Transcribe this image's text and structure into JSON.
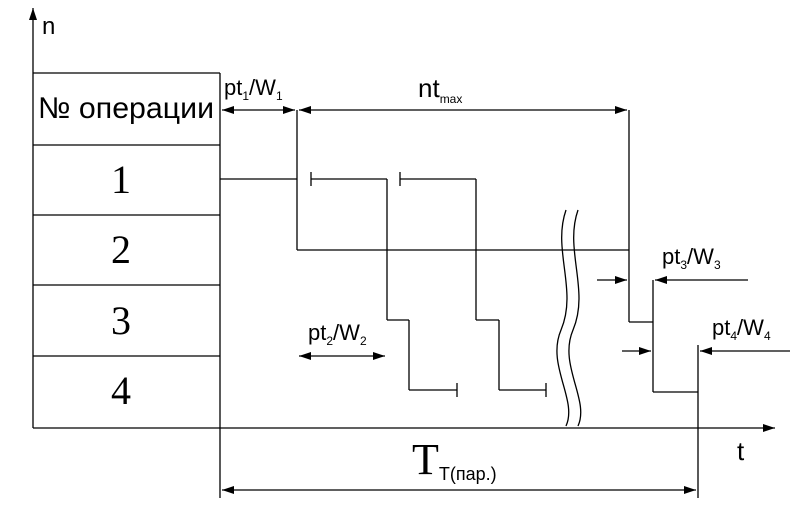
{
  "axes": {
    "y_label": "n",
    "x_label": "t"
  },
  "table": {
    "header": "№ операции",
    "rows": [
      "1",
      "2",
      "3",
      "4"
    ]
  },
  "labels": {
    "pt1_w1": {
      "base": "pt",
      "sub1": "1",
      "mid": "/W",
      "sub2": "1"
    },
    "nt_max": {
      "base": "nt",
      "sub": "max"
    },
    "pt2_w2": {
      "base": "pt",
      "sub1": "2",
      "mid": "/W",
      "sub2": "2"
    },
    "pt3_w3": {
      "base": "pt",
      "sub1": "3",
      "mid": "/W",
      "sub2": "3"
    },
    "pt4_w4": {
      "base": "pt",
      "sub1": "4",
      "mid": "/W",
      "sub2": "4"
    },
    "total_time": {
      "base": "T",
      "sub": "T(пар.)"
    }
  },
  "colors": {
    "ink": "#000000",
    "background": "#ffffff"
  }
}
